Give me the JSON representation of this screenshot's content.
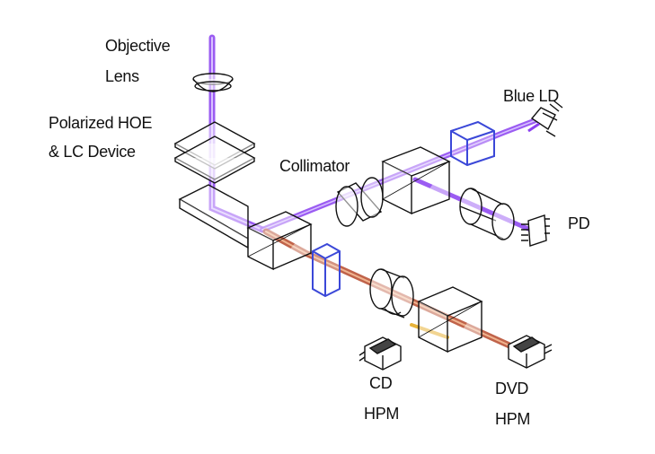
{
  "labels": {
    "objective_lens_line1": "Objective",
    "objective_lens_line2": "Lens",
    "hoe_line1": "Polarized HOE",
    "hoe_line2": "& LC Device",
    "collimator": "Collimator",
    "blue_ld": "Blue LD",
    "pd": "PD",
    "cd_line1": "CD",
    "cd_line2": "HPM",
    "dvd_line1": "DVD",
    "dvd_line2": "HPM"
  },
  "colors": {
    "blue_beam": "#8a3ff0",
    "blue_beam_light": "#c9a6ff",
    "red_beam": "#b5482a",
    "red_beam_light": "#e8a37a",
    "blue_plate": "#3b48d8",
    "outline": "#111111"
  }
}
